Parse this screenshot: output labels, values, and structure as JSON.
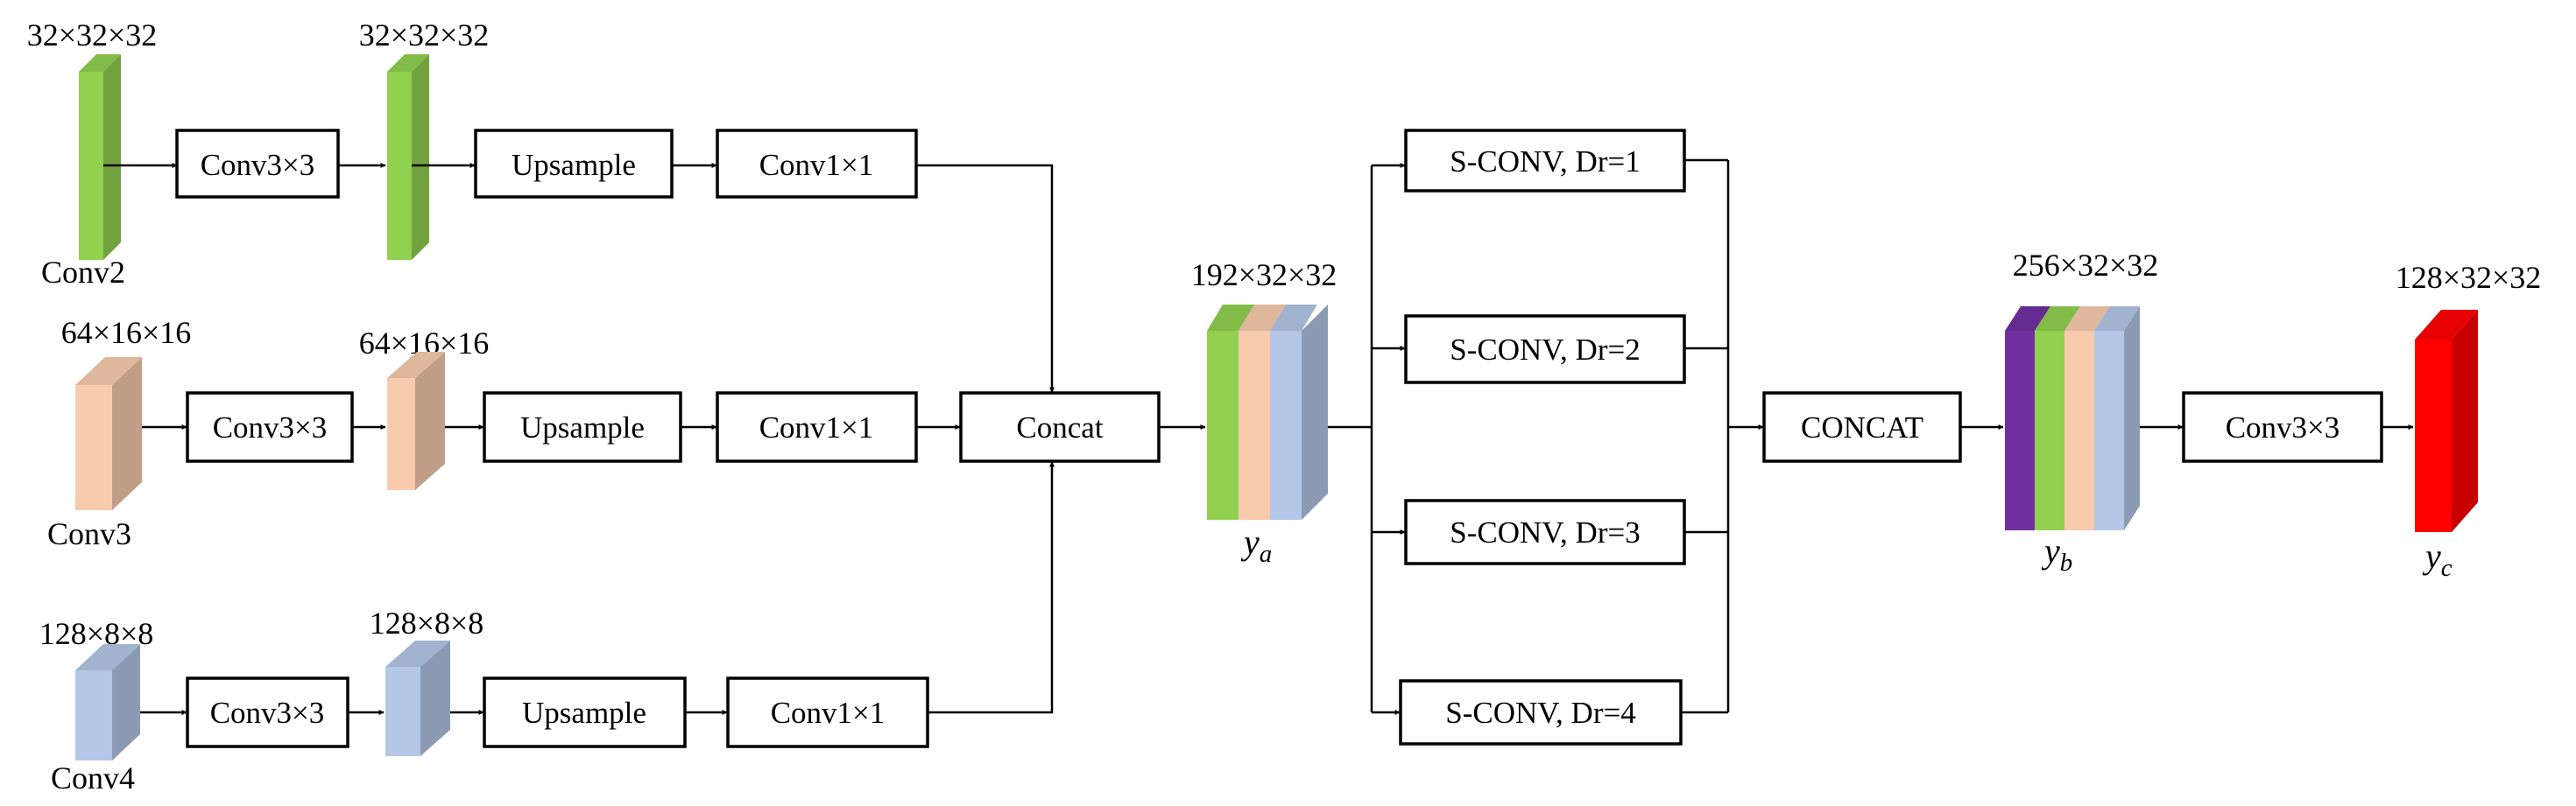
{
  "colors": {
    "green": "#92d050",
    "peach": "#f8cbad",
    "blue": "#b4c7e7",
    "purple": "#7030a0",
    "red": "#ff0000"
  },
  "inputs": {
    "conv2": {
      "label": "Conv2",
      "dim_in": "32×32×32",
      "dim_out": "32×32×32",
      "conv": "Conv3×3",
      "upsample": "Upsample",
      "conv1": "Conv1×1"
    },
    "conv3": {
      "label": "Conv3",
      "dim_in": "64×16×16",
      "dim_out": "64×16×16",
      "conv": "Conv3×3",
      "upsample": "Upsample",
      "conv1": "Conv1×1"
    },
    "conv4": {
      "label": "Conv4",
      "dim_in": "128×8×8",
      "dim_out": "128×8×8",
      "conv": "Conv3×3",
      "upsample": "Upsample",
      "conv1": "Conv1×1"
    }
  },
  "concat": "Concat",
  "ya": {
    "dim": "192×32×32",
    "var": "y",
    "sub": "a"
  },
  "sconv": [
    "S-CONV, Dr=1",
    "S-CONV, Dr=2",
    "S-CONV, Dr=3",
    "S-CONV, Dr=4"
  ],
  "concat2": "CONCAT",
  "yb": {
    "dim": "256×32×32",
    "var": "y",
    "sub": "b"
  },
  "final_conv": "Conv3×3",
  "yc": {
    "dim": "128×32×32",
    "var": "y",
    "sub": "c"
  }
}
